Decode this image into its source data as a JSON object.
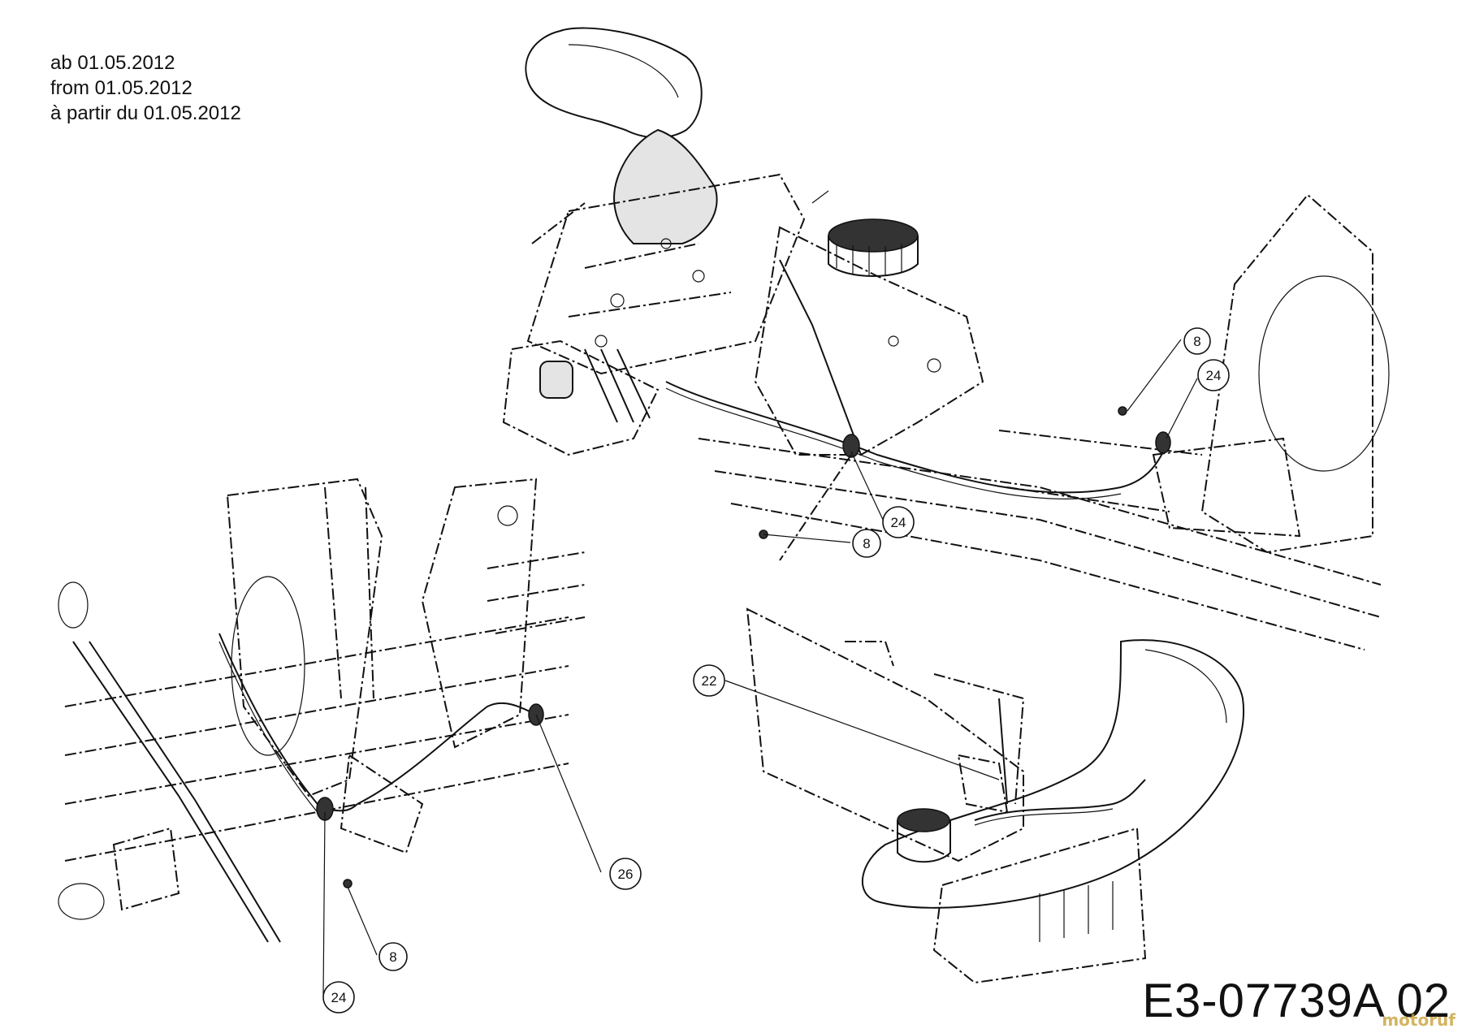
{
  "validity": {
    "line_de": "ab 01.05.2012",
    "line_en": "from 01.05.2012",
    "line_fr": "à partir du 01.05.2012"
  },
  "doc_code": "E3-07739A 02",
  "watermark": "motoruf",
  "callouts": {
    "top_8a": "8",
    "top_24a": "24",
    "top_24b": "24",
    "top_8b": "8",
    "left_26": "26",
    "left_8": "8",
    "left_24": "24",
    "right_22": "22"
  }
}
